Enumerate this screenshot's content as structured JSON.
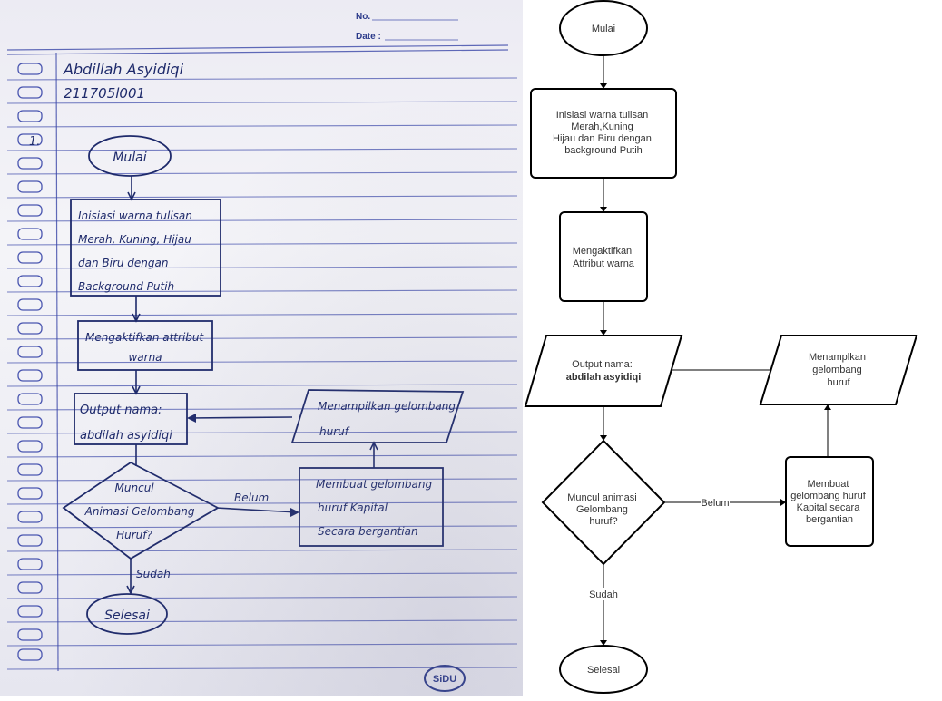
{
  "notebook": {
    "header": {
      "no_label": "No.",
      "date_label": "Date :"
    },
    "author": {
      "name": "Abdillah Asyidiqi",
      "id": "211705l001"
    },
    "item_number": "1.",
    "flowchart": {
      "start": "Mulai",
      "init": [
        "Inisiasi warna tulisan",
        "Merah, Kuning, Hijau",
        "dan Biru dengan",
        "Background Putih"
      ],
      "attr": [
        "Mengaktifkan attribut",
        "warna"
      ],
      "output": [
        "Output nama:",
        "abdilah asyidiqi"
      ],
      "decision": [
        "Muncul",
        "Animasi Gelombang",
        "Huruf?"
      ],
      "no_label": "Belum",
      "yes_label": "Sudah",
      "process": [
        "Membuat gelombang",
        "huruf Kapital",
        "Secara bergantian"
      ],
      "display": [
        "Menampilkan gelombang",
        "huruf"
      ],
      "end": "Selesai"
    },
    "logo": "SiDU"
  },
  "digital": {
    "start": "Mulai",
    "init": [
      "Inisiasi warna tulisan",
      "Merah,Kuning",
      "Hijau dan Biru dengan",
      "background Putih"
    ],
    "attr": [
      "Mengaktifkan",
      "Attribut warna"
    ],
    "output_label": "Output nama:",
    "output_value": "abdilah asyidiqi",
    "decision": [
      "Muncul animasi",
      "Gelombang",
      "huruf?"
    ],
    "no_label": "Belum",
    "yes_label": "Sudah",
    "process": [
      "Membuat",
      "gelombang huruf",
      "Kapital secara",
      "bergantian"
    ],
    "display": [
      "Menamplkan",
      "gelombang",
      "huruf"
    ],
    "end": "Selesai"
  }
}
